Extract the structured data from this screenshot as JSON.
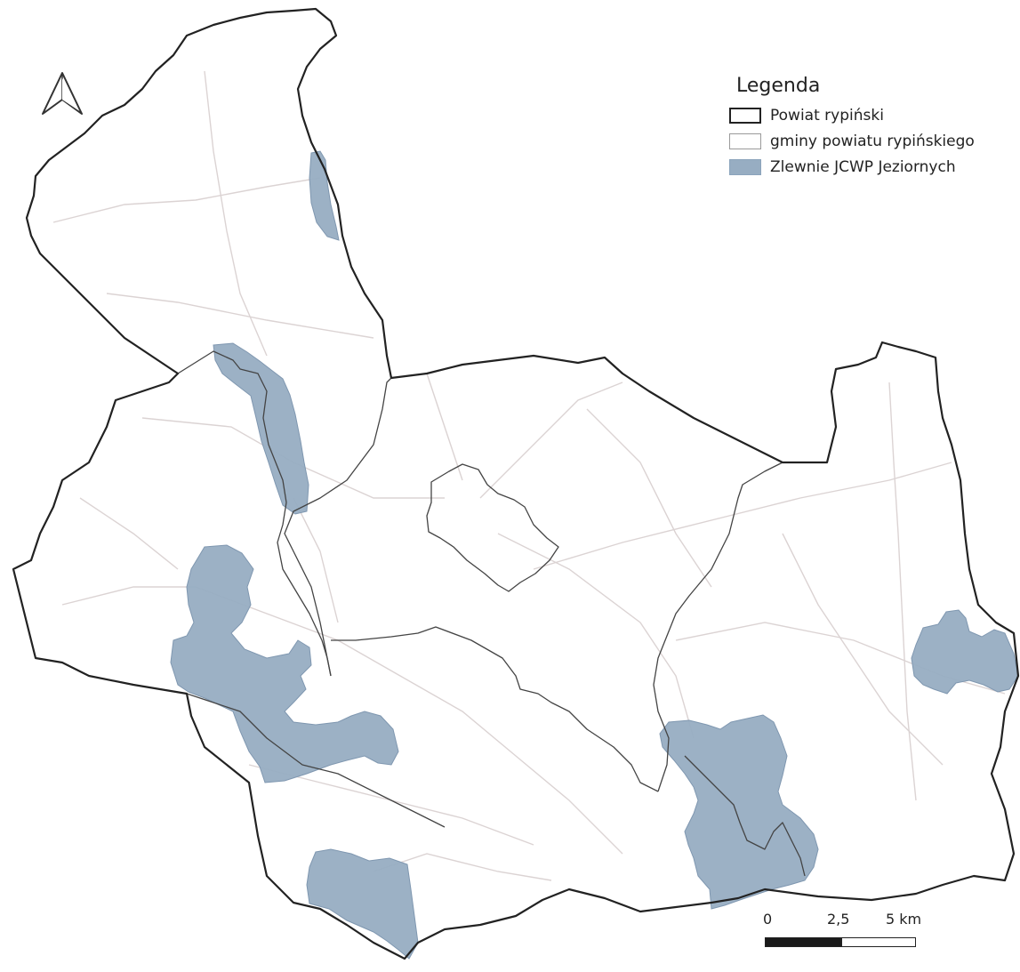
{
  "legend": {
    "title": "Legenda",
    "items": [
      {
        "id": "powiat",
        "label": "Powiat rypiński"
      },
      {
        "id": "gminy",
        "label": "gminy powiatu rypińskiego"
      },
      {
        "id": "zlewnie",
        "label": "Zlewnie JCWP Jeziornych"
      }
    ]
  },
  "scale": {
    "ticks": [
      "0",
      "2,5",
      "5 km"
    ]
  },
  "colors": {
    "county_border": "#222222",
    "commune_border": "#555555",
    "catchment_fill": "#97adc2",
    "catchment_stroke": "#7f97b0",
    "road": "#d8cfcf",
    "background": "#ffffff"
  },
  "north_arrow": {
    "icon": "north-arrow-icon"
  }
}
